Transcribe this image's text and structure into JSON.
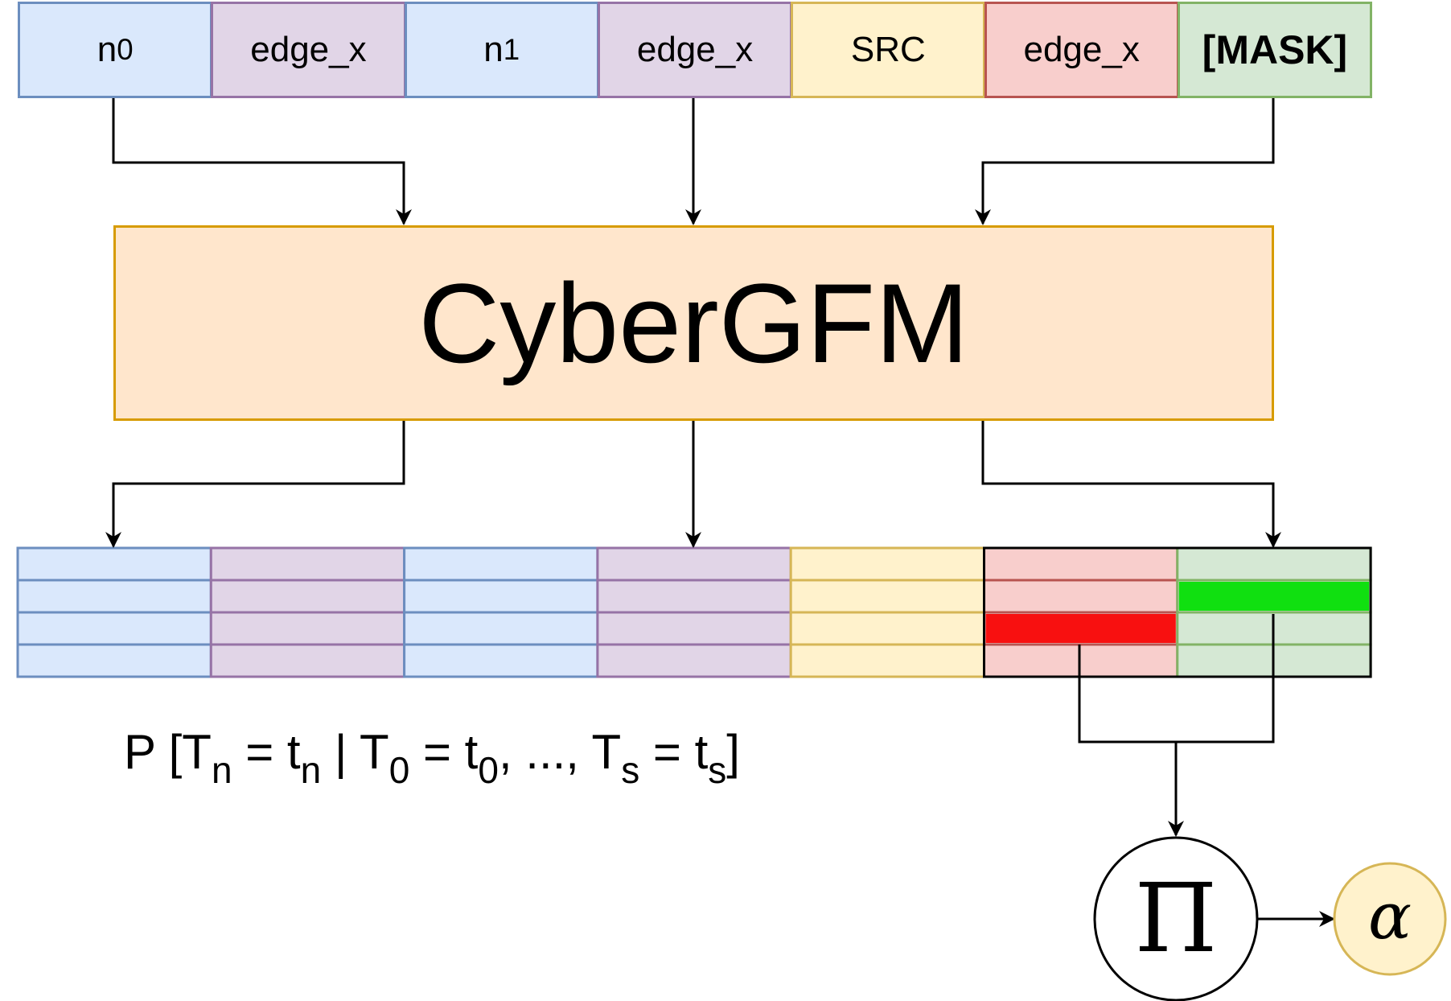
{
  "tokens": [
    {
      "main": "n",
      "sub": "0",
      "fill": "#dae8fc",
      "stroke": "#6c8ebf"
    },
    {
      "main": "edge_x",
      "sub": "",
      "fill": "#e1d5e7",
      "stroke": "#9673a6"
    },
    {
      "main": "n",
      "sub": "1",
      "fill": "#dae8fc",
      "stroke": "#6c8ebf"
    },
    {
      "main": "edge_x",
      "sub": "",
      "fill": "#e1d5e7",
      "stroke": "#9673a6"
    },
    {
      "main": "SRC",
      "sub": "",
      "fill": "#fff2cc",
      "stroke": "#d6b656"
    },
    {
      "main": "edge_x",
      "sub": "",
      "fill": "#f8cecc",
      "stroke": "#b85450"
    },
    {
      "main": "[MASK]",
      "sub": "",
      "fill": "#d5e8d4",
      "stroke": "#82b366"
    }
  ],
  "model": {
    "label": "CyberGFM",
    "fill": "#ffe6cc",
    "stroke": "#d79b00"
  },
  "output_grid": {
    "rows": 4,
    "highlights": [
      {
        "column": 5,
        "row": 2,
        "color": "#f81010"
      },
      {
        "column": 6,
        "row": 1,
        "color": "#10e010"
      }
    ],
    "frame_stroke": "#000000"
  },
  "formula": {
    "P": "P [T",
    "Tn_sub": "n",
    "eq1": " = t",
    "tn_sub": "n",
    "bar": " | T",
    "T0_sub": "0",
    "eq2": " = t",
    "t0_sub": "0",
    "mid": ", ..., T",
    "Ts_sub": "s",
    "eq3": " = t",
    "ts_sub": "s",
    "end": "]"
  },
  "product_node": {
    "symbol": "Π",
    "stroke": "#000000"
  },
  "alpha_node": {
    "symbol": "α",
    "fill": "#fff2cc",
    "stroke": "#d6b656"
  }
}
